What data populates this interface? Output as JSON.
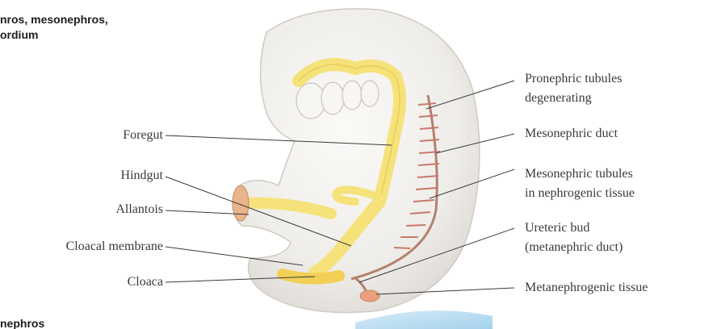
{
  "header_fragment": {
    "line1": "nros, mesonephros,",
    "line2": "ordium"
  },
  "footer_fragment": "nephros",
  "left_labels": {
    "foregut": "Foregut",
    "hindgut": "Hindgut",
    "allantois": "Allantois",
    "cloacal_membrane": "Cloacal membrane",
    "cloaca": "Cloaca"
  },
  "right_labels": {
    "pronephric_1": "Pronephric tubules",
    "pronephric_2": "degenerating",
    "mesonephric_duct": "Mesonephric duct",
    "mesonephric_tubules_1": "Mesonephric tubules",
    "mesonephric_tubules_2": "in nephrogenic tissue",
    "ureteric_1": "Ureteric bud",
    "ureteric_2": "(metanephric duct)",
    "metanephrogenic": "Metanephrogenic tissue"
  },
  "colors": {
    "gut_yellow": "#f6e27a",
    "gut_outline": "#d8b93a",
    "embryo_fill": "#f4f2ef",
    "duct_red": "#c77a6b",
    "leader_line": "#3a3a3a"
  }
}
